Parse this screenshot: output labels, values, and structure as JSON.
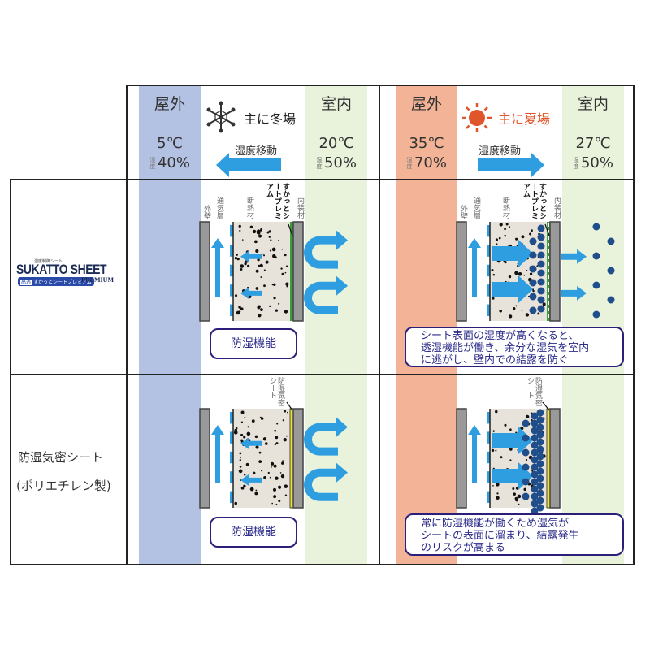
{
  "header": {
    "winter": {
      "outdoor_label": "屋外",
      "indoor_label": "室内",
      "season_label": "主に冬場",
      "season_icon": "snowflake-icon",
      "outdoor_temp": "5℃",
      "outdoor_humidity_prefix": "湿度",
      "outdoor_humidity": "40%",
      "indoor_temp": "20℃",
      "indoor_humidity_prefix": "湿度",
      "indoor_humidity": "50%",
      "move_label": "湿度移動",
      "move_direction": "left"
    },
    "summer": {
      "outdoor_label": "屋外",
      "indoor_label": "室内",
      "season_label": "主に夏場",
      "season_icon": "sun-icon",
      "outdoor_temp": "35℃",
      "outdoor_humidity_prefix": "湿度",
      "outdoor_humidity": "70%",
      "indoor_temp": "27℃",
      "indoor_humidity_prefix": "湿度",
      "indoor_humidity": "50%",
      "move_label": "湿度移動",
      "move_direction": "right"
    }
  },
  "rows": [
    {
      "label_type": "logo",
      "logo": {
        "small_caption": "湿度制御シート",
        "main": "SUKATTO SHEET",
        "badge": "高透",
        "sub": "すかっとシートプレミアム",
        "premium": "PREMIUM"
      },
      "layer_labels": {
        "wall": "外壁",
        "air": "通気層",
        "insulation": "断熱材",
        "interior": "内装材",
        "sheet": "すかっとシートプレミアム"
      },
      "winter_callout": "防湿機能",
      "summer_callout": [
        "シート表面の湿度が高くなると、",
        "透湿機能が働き、余分な湿気を室内",
        "に逃がし、壁内での結露を防ぐ"
      ]
    },
    {
      "label_type": "text",
      "label_lines": [
        "防湿気密シート",
        "(ポリエチレン製)"
      ],
      "layer_labels": {
        "sheet": "防湿気密シート"
      },
      "winter_callout": "防湿機能",
      "summer_callout": [
        "常に防湿機能が働くため湿気が",
        "シートの表面に溜まり、結露発生",
        "のリスクが高まる"
      ]
    }
  ],
  "colors": {
    "winter_outdoor": "#b3c1e3",
    "summer_outdoor": "#f3b396",
    "indoor": "#e9f3dc",
    "arrow": "#2e9ee0",
    "callout_border": "#2b1f7a",
    "season_summer_text": "#e0562a",
    "sun": "#e0562a",
    "droplet": "#1f4e8a",
    "sheet_green": "#3aa13a",
    "sheet_yellow": "#f2e33a"
  }
}
